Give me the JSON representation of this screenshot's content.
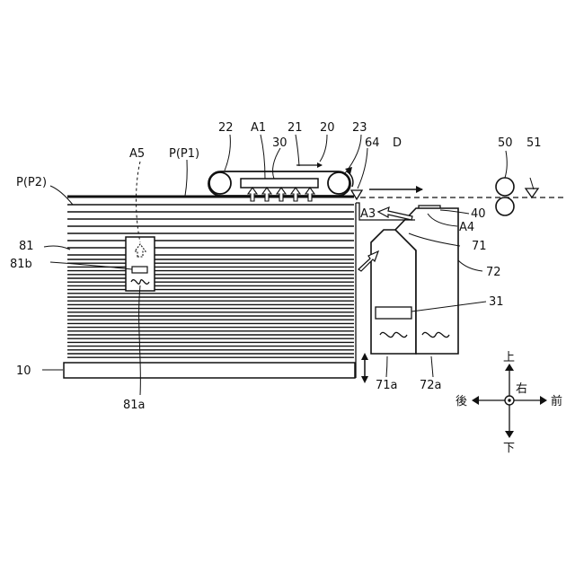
{
  "labels": {
    "l22": "22",
    "lA1": "A1",
    "l21": "21",
    "l20": "20",
    "l23": "23",
    "l30": "30",
    "l64": "64",
    "lD": "D",
    "l50": "50",
    "l51": "51",
    "lA5": "A5",
    "lPP1": "P(P1)",
    "lPP2": "P(P2)",
    "lA3": "A3",
    "l40": "40",
    "lA4": "A4",
    "l71": "71",
    "l81": "81",
    "l81b": "81b",
    "l72": "72",
    "l31": "31",
    "l10": "10",
    "l71a": "71a",
    "l72a": "72a",
    "l81a": "81a"
  },
  "compass": {
    "up": "上",
    "down": "下",
    "front": "前",
    "back": "後",
    "right": "右"
  }
}
